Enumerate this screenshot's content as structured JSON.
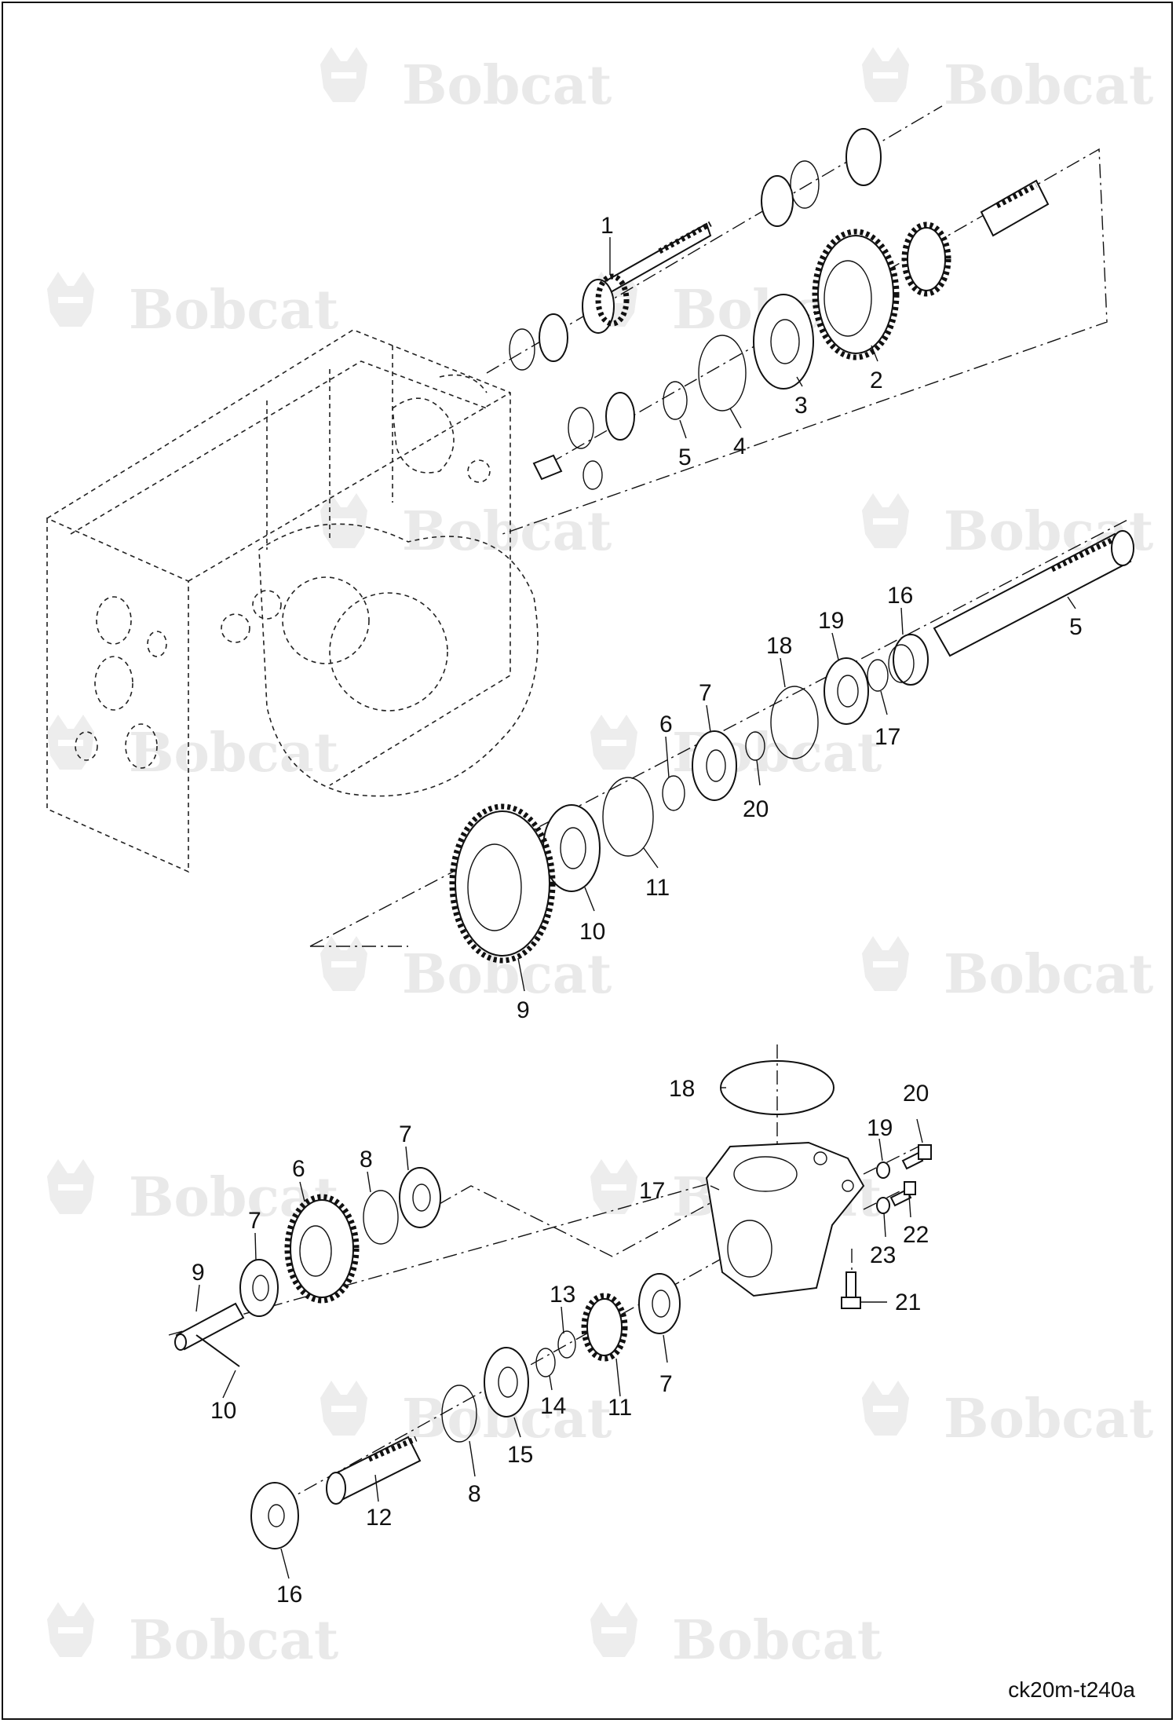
{
  "watermark": {
    "brand_text": "Bobcat",
    "logo_icon": "bobcat-head-logo-icon",
    "color": "#e9e9e9"
  },
  "drawing_code": "ck20m-t240a",
  "callouts_upper": [
    {
      "id": "u1",
      "label": "1"
    },
    {
      "id": "u2",
      "label": "2"
    },
    {
      "id": "u3",
      "label": "3"
    },
    {
      "id": "u4",
      "label": "4"
    },
    {
      "id": "u5a",
      "label": "5"
    },
    {
      "id": "u5b",
      "label": "5"
    },
    {
      "id": "u6",
      "label": "6"
    },
    {
      "id": "u7",
      "label": "7"
    },
    {
      "id": "u9",
      "label": "9"
    },
    {
      "id": "u10",
      "label": "10"
    },
    {
      "id": "u11",
      "label": "11"
    },
    {
      "id": "u16",
      "label": "16"
    },
    {
      "id": "u17",
      "label": "17"
    },
    {
      "id": "u18",
      "label": "18"
    },
    {
      "id": "u19",
      "label": "19"
    },
    {
      "id": "u20",
      "label": "20"
    }
  ],
  "callouts_lower": [
    {
      "id": "l6",
      "label": "6"
    },
    {
      "id": "l7a",
      "label": "7"
    },
    {
      "id": "l7b",
      "label": "7"
    },
    {
      "id": "l7c",
      "label": "7"
    },
    {
      "id": "l8a",
      "label": "8"
    },
    {
      "id": "l8b",
      "label": "8"
    },
    {
      "id": "l9",
      "label": "9"
    },
    {
      "id": "l10",
      "label": "10"
    },
    {
      "id": "l11",
      "label": "11"
    },
    {
      "id": "l12",
      "label": "12"
    },
    {
      "id": "l13",
      "label": "13"
    },
    {
      "id": "l14",
      "label": "14"
    },
    {
      "id": "l15",
      "label": "15"
    },
    {
      "id": "l16",
      "label": "16"
    },
    {
      "id": "l17",
      "label": "17"
    },
    {
      "id": "l18",
      "label": "18"
    },
    {
      "id": "l19",
      "label": "19"
    },
    {
      "id": "l20",
      "label": "20"
    },
    {
      "id": "l21",
      "label": "21"
    },
    {
      "id": "l22",
      "label": "22"
    },
    {
      "id": "l23",
      "label": "23"
    }
  ]
}
